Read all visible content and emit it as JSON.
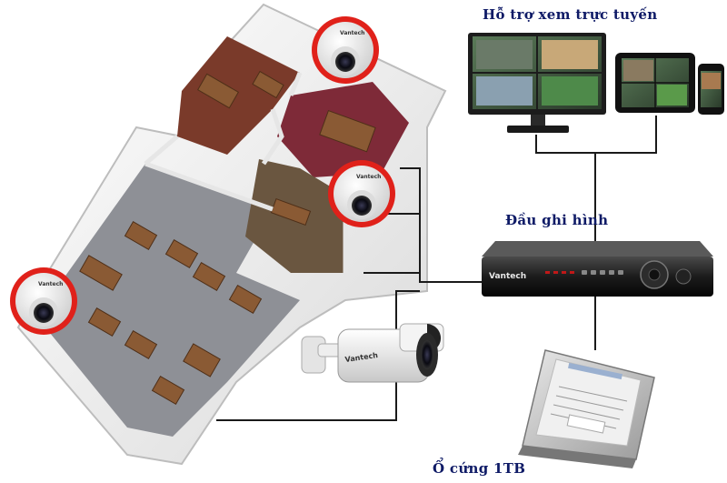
{
  "labels": {
    "online_view": "Hỗ trợ xem trực tuyến",
    "recorder": "Đầu ghi hình",
    "hard_drive": "Ổ cứng 1TB"
  },
  "brand": {
    "logo_text": "Vantech"
  },
  "colors": {
    "label": "#0e1a66",
    "camera_ring": "#e0211a",
    "wire": "#1a1a1a",
    "floor": "#9a9ca0",
    "wall": "#f2f2f2"
  },
  "icons": {
    "dome_camera": "dome-camera-icon",
    "bullet_camera": "bullet-camera-icon",
    "monitor": "monitor-icon",
    "tablet": "tablet-icon",
    "phone": "phone-icon",
    "dvr": "dvr-icon",
    "hdd": "hard-drive-icon"
  }
}
